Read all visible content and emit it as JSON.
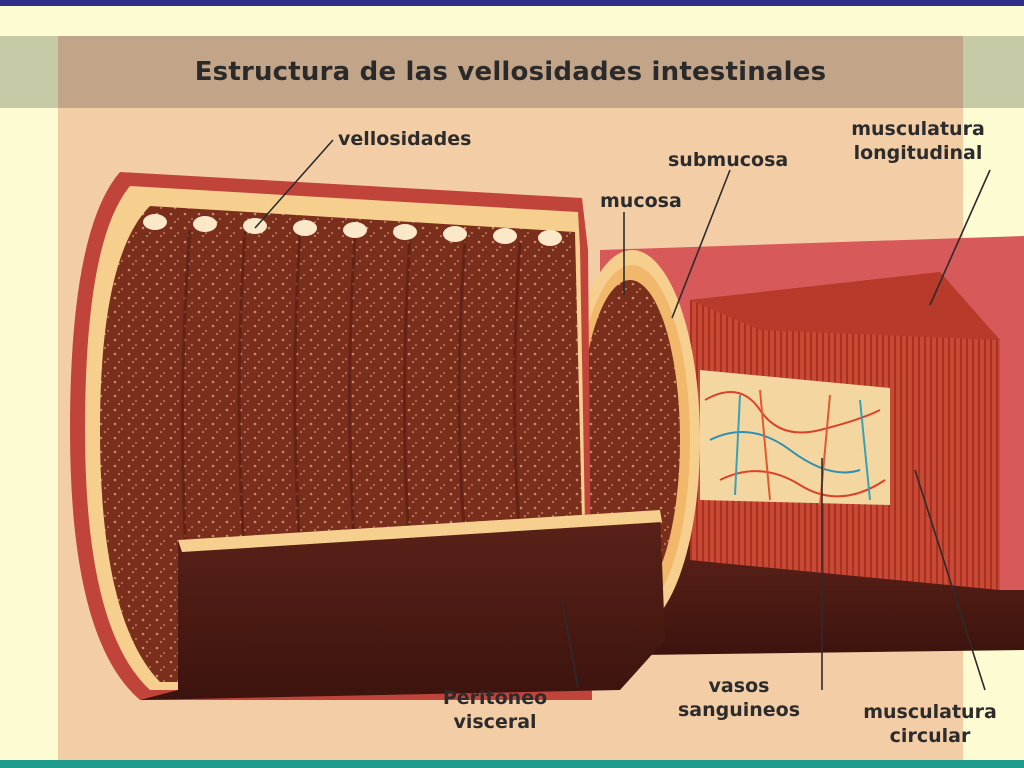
{
  "title": "Estructura de las vellosidades intestinales",
  "labels": {
    "vellosidades": "vellosidades",
    "submucosa": "submucosa",
    "mucosa": "mucosa",
    "musc_long_1": "musculatura",
    "musc_long_2": "longitudinal",
    "peritoneo_1": "Peritoneo",
    "peritoneo_2": "visceral",
    "vasos_1": "vasos",
    "vasos_2": "sanguineos",
    "musc_circ_1": "musculatura",
    "musc_circ_2": "circular"
  },
  "colors": {
    "lumen": "#7a2e1c",
    "outer_wall": "#c0443a",
    "peritoneum": "#4a1a14",
    "mucosa_layer": "#f6cf8e",
    "circular_muscle": "#c84a36",
    "blood_vessels_bg": "#f4d6a0"
  }
}
